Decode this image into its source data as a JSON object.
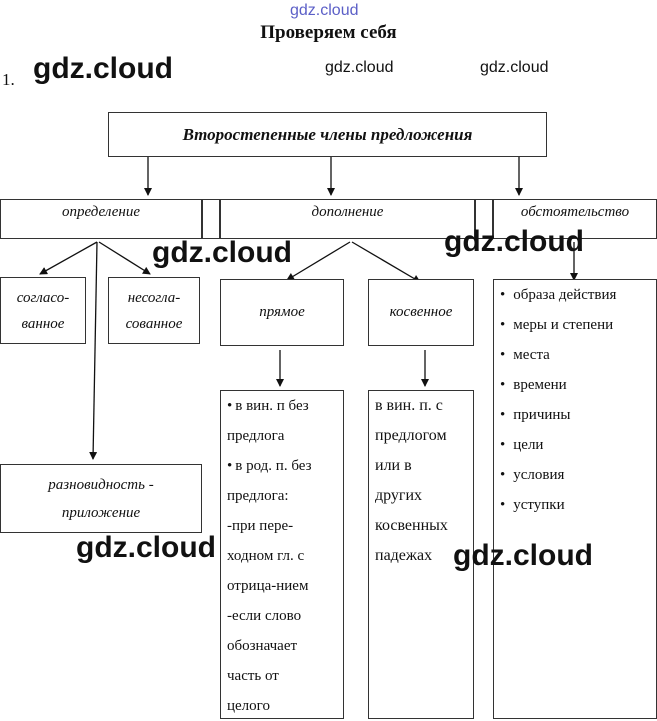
{
  "header": {
    "watermark_top": "gdz.cloud",
    "title": "Проверяем себя",
    "number": "1."
  },
  "watermarks": {
    "w1": "gdz.cloud",
    "w2": "gdz.cloud",
    "w3": "gdz.cloud",
    "w4": "gdz.cloud",
    "w5": "gdz.cloud",
    "w6": "gdz.cloud",
    "w7": "gdz.cloud"
  },
  "diagram": {
    "root": "Второстепенные члены предложения",
    "categories": {
      "attribute": "определение",
      "object": "дополнение",
      "adverbial": "обстоятельство"
    },
    "attribute_types": {
      "agreed": "согласо-\nванное",
      "unagreed": "несогла-\nсованное",
      "appositive": "разновидность -\nприложение"
    },
    "object_types": {
      "direct": "прямое",
      "indirect": "косвенное"
    },
    "direct_details": [
      {
        "bullet": true,
        "text": "в вин. п без"
      },
      {
        "bullet": false,
        "text": "предлога"
      },
      {
        "bullet": true,
        "text": "в род. п. без"
      },
      {
        "bullet": false,
        "text": "предлога:"
      },
      {
        "bullet": false,
        "text": "-при пере-"
      },
      {
        "bullet": false,
        "text": "ходном гл. с"
      },
      {
        "bullet": false,
        "text": "отрица-нием"
      },
      {
        "bullet": false,
        "text": "-если слово"
      },
      {
        "bullet": false,
        "text": "обозначает"
      },
      {
        "bullet": false,
        "text": "часть от"
      },
      {
        "bullet": false,
        "text": "целого"
      }
    ],
    "indirect_details": [
      "в вин. п. с",
      "предлогом",
      "или в",
      "других",
      "косвенных",
      "падежах"
    ],
    "adverbial_types": [
      "образа действия",
      "меры и степени",
      "места",
      "времени",
      "причины",
      "цели",
      "условия",
      "уступки"
    ]
  }
}
